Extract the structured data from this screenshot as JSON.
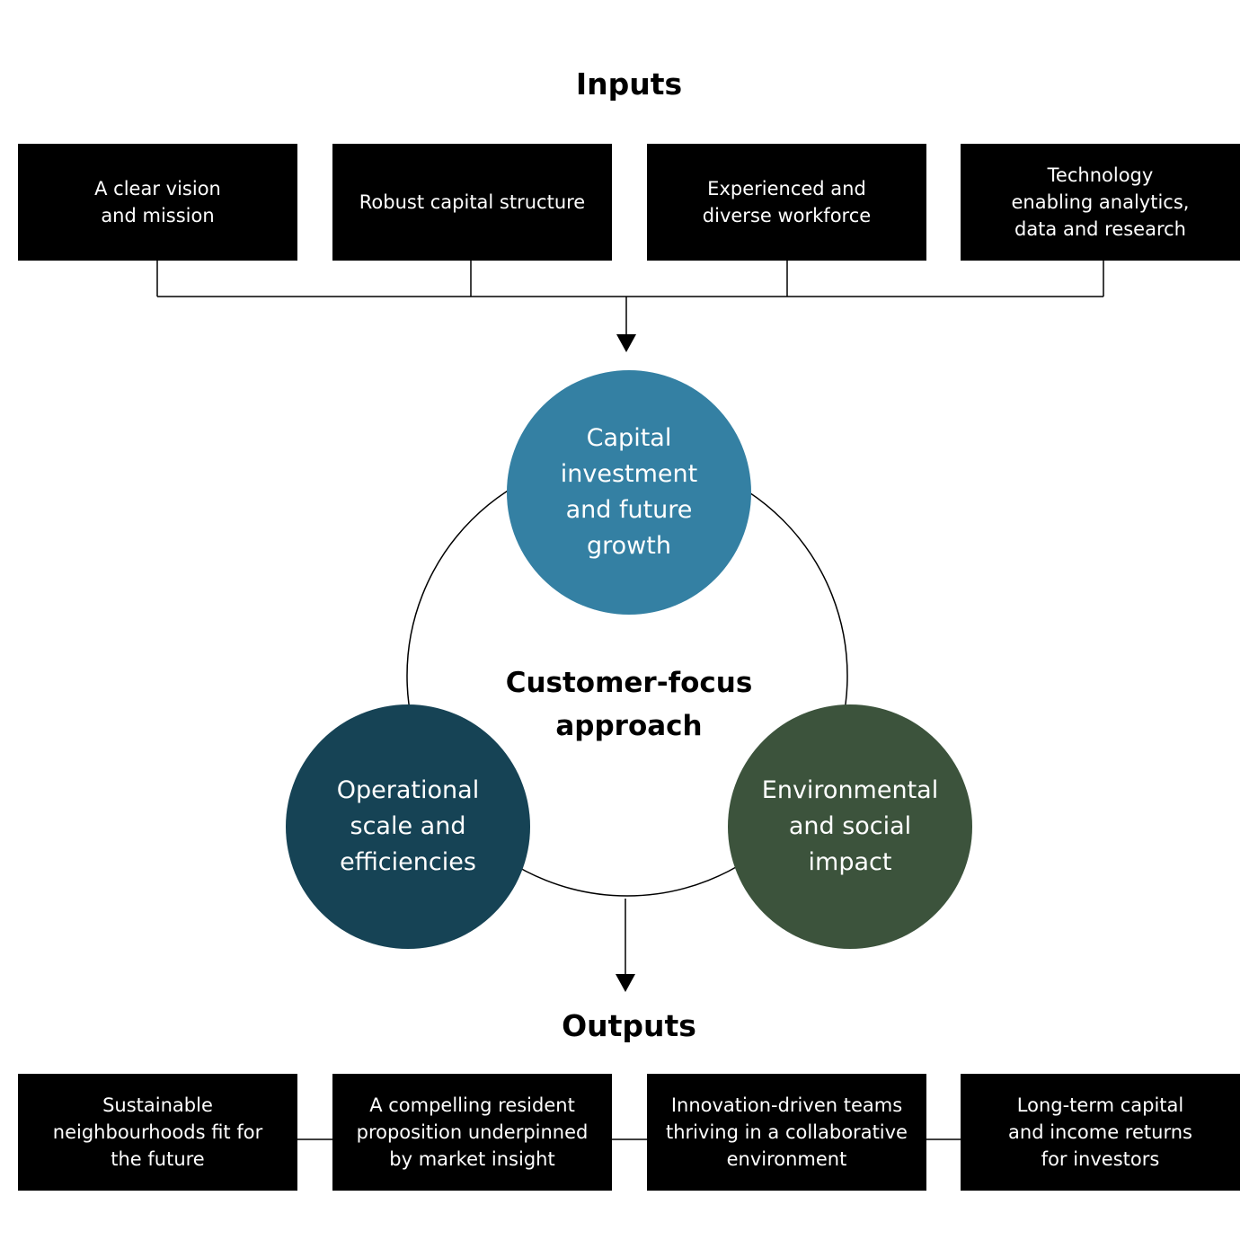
{
  "inputs": {
    "heading": "Inputs",
    "items": [
      {
        "label": "A clear vision\nand mission"
      },
      {
        "label": "Robust capital structure"
      },
      {
        "label": "Experienced and\ndiverse workforce"
      },
      {
        "label": "Technology\nenabling analytics,\ndata and research"
      }
    ]
  },
  "cycle": {
    "center_label": "Customer-focus\napproach",
    "circles": [
      {
        "label": "Capital\ninvestment\nand future\ngrowth",
        "color": "#3480a3"
      },
      {
        "label": "Operational\nscale and\nefficiencies",
        "color": "#164355"
      },
      {
        "label": "Environmental\nand social\nimpact",
        "color": "#3c533c"
      }
    ]
  },
  "outputs": {
    "heading": "Outputs",
    "items": [
      {
        "label": "Sustainable\nneighbourhoods fit for\nthe future"
      },
      {
        "label": "A compelling resident\nproposition underpinned\nby market insight"
      },
      {
        "label": "Innovation-driven teams\nthriving in a collaborative\nenvironment"
      },
      {
        "label": "Long-term capital\nand income returns\nfor investors"
      }
    ]
  }
}
